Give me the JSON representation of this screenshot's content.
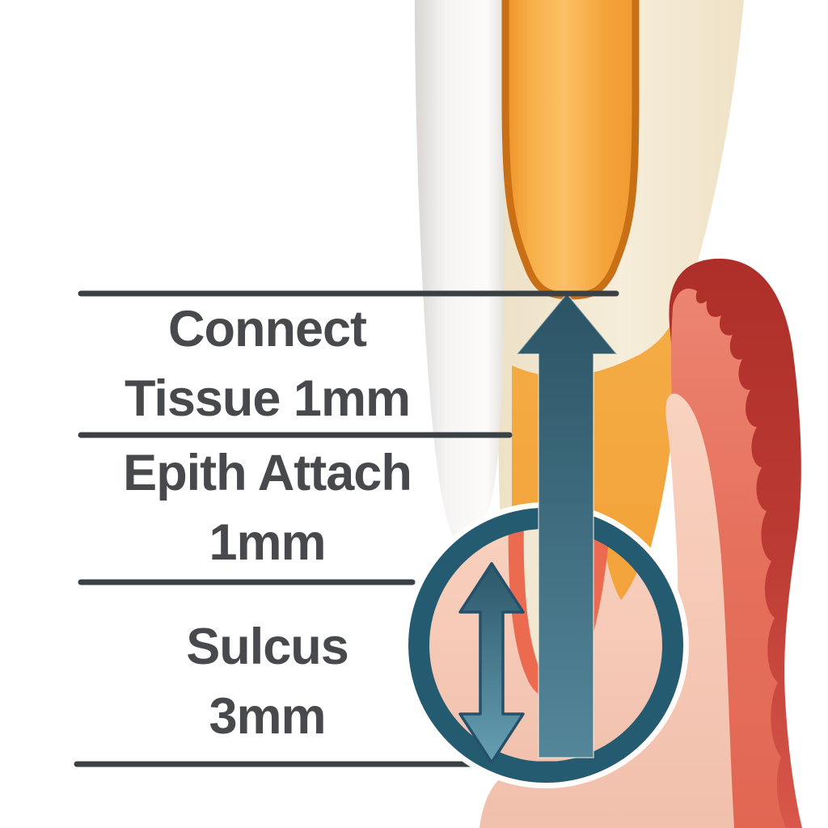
{
  "figure": {
    "labels": [
      {
        "id": "connect-tissue",
        "lines": [
          "Connect",
          "Tissue 1mm"
        ]
      },
      {
        "id": "epith-attach",
        "lines": [
          "Epith Attach",
          "1mm"
        ]
      },
      {
        "id": "sulcus",
        "lines": [
          "Sulcus",
          "3mm"
        ]
      }
    ],
    "colors": {
      "background": "#FFFFFF",
      "text": "#47494C",
      "measure_line": "#3A4044",
      "ring_teal": "#255B71",
      "arrow_teal_dark": "#2B5466",
      "arrow_teal_light": "#548699",
      "pulp_orange": "#F7AE46",
      "pulp_border": "#C96F15",
      "outer_orange": "#F3A43C",
      "dentin_cream": "#F2E8D2",
      "root_white": "#F6F5F4",
      "gum_dark_red": "#B5342F",
      "gum_salmon": "#E8765F",
      "gum_pink": "#F8CEBC",
      "sulcus_outline_salmon": "#EB6A50"
    }
  }
}
